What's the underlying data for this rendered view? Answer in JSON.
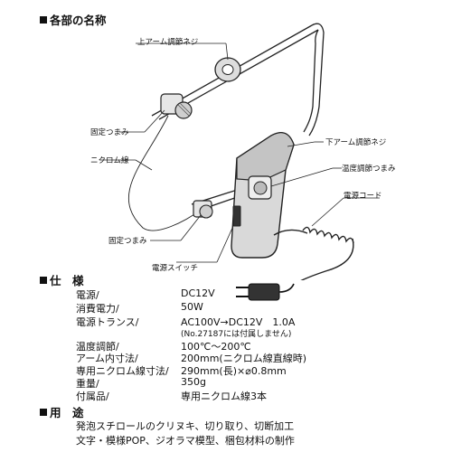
{
  "parts": {
    "title": "各部の名称",
    "labels": {
      "upper_arm_screw": "上アーム調節ネジ",
      "fixing_knob_1": "固定つまみ",
      "nichrome_wire": "ニクロム線",
      "lower_arm_screw": "下アーム調節ネジ",
      "temp_knob": "温度調節つまみ",
      "power_cord": "電源コード",
      "fixing_knob_2": "固定つまみ",
      "power_switch": "電源スイッチ"
    }
  },
  "specs": {
    "title": "仕　様",
    "rows": [
      {
        "label": "電源/",
        "value": "DC12V"
      },
      {
        "label": "消費電力/",
        "value": "50W"
      },
      {
        "label": "電源トランス/",
        "value": "AC100V→DC12V　1.0A",
        "note": "(No.27187には付属しません)"
      },
      {
        "label": "温度調節/",
        "value": "100℃～200℃"
      },
      {
        "label": "アーム内寸法/",
        "value": "200mm(ニクロム線直線時)"
      },
      {
        "label": "専用ニクロム線寸法/",
        "value": "290mm(長)×⌀0.8mm"
      },
      {
        "label": "重量/",
        "value": "350g"
      },
      {
        "label": "付属品/",
        "value": "専用ニクロム線3本"
      }
    ]
  },
  "uses": {
    "title": "用　途",
    "lines": [
      "発泡スチロールのクリヌキ、切り取り、切断加工",
      "文字・模様POP、ジオラマ模型、梱包材料の制作"
    ]
  }
}
